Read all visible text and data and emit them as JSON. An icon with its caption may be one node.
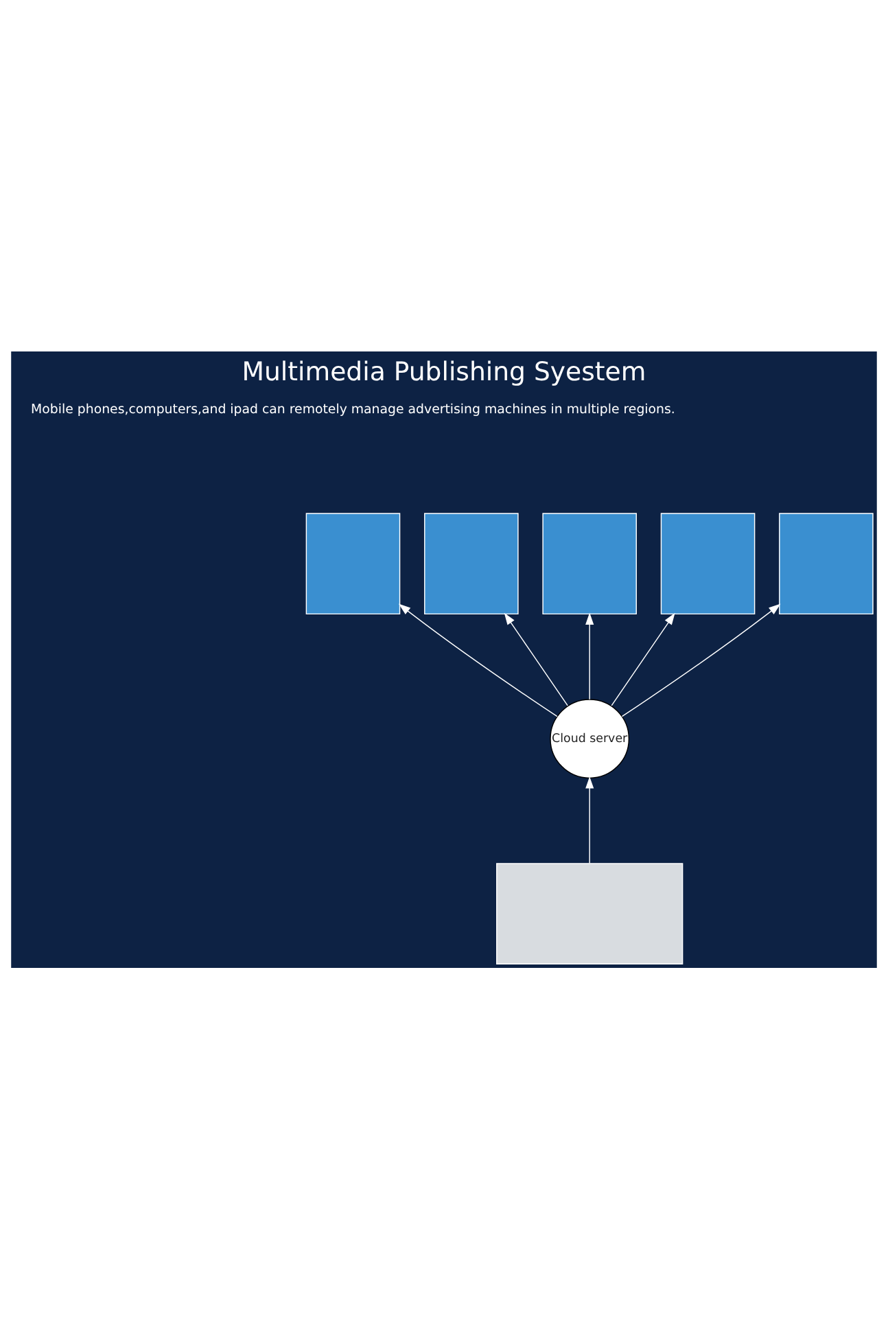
{
  "diagram": {
    "title": "Multimedia Publishing Syestem",
    "nodes": [
      {
        "text": [],
        "shape": "box"
      },
      {
        "text": [],
        "shape": "box"
      },
      {
        "text": [],
        "shape": "box"
      },
      {
        "text": [],
        "shape": "box"
      },
      {
        "text": [],
        "shape": "box"
      },
      {
        "text": [
          "Cloud server"
        ]
      },
      {
        "text": [],
        "shape": "box"
      }
    ],
    "edges": [
      {
        "from": 5,
        "to": 0,
        "arrow": "to"
      },
      {
        "from": 5,
        "to": 1,
        "arrow": "to"
      },
      {
        "from": 5,
        "to": 2,
        "arrow": "to"
      },
      {
        "from": 5,
        "to": 3,
        "arrow": "to"
      },
      {
        "from": 5,
        "to": 4,
        "arrow": "to"
      },
      {
        "from": 6,
        "to": 5,
        "arrow": "to"
      }
    ],
    "labels": [
      "Mobile phones,computers,and ipad can remotely manage advertising machines in multiple regions."
    ]
  }
}
